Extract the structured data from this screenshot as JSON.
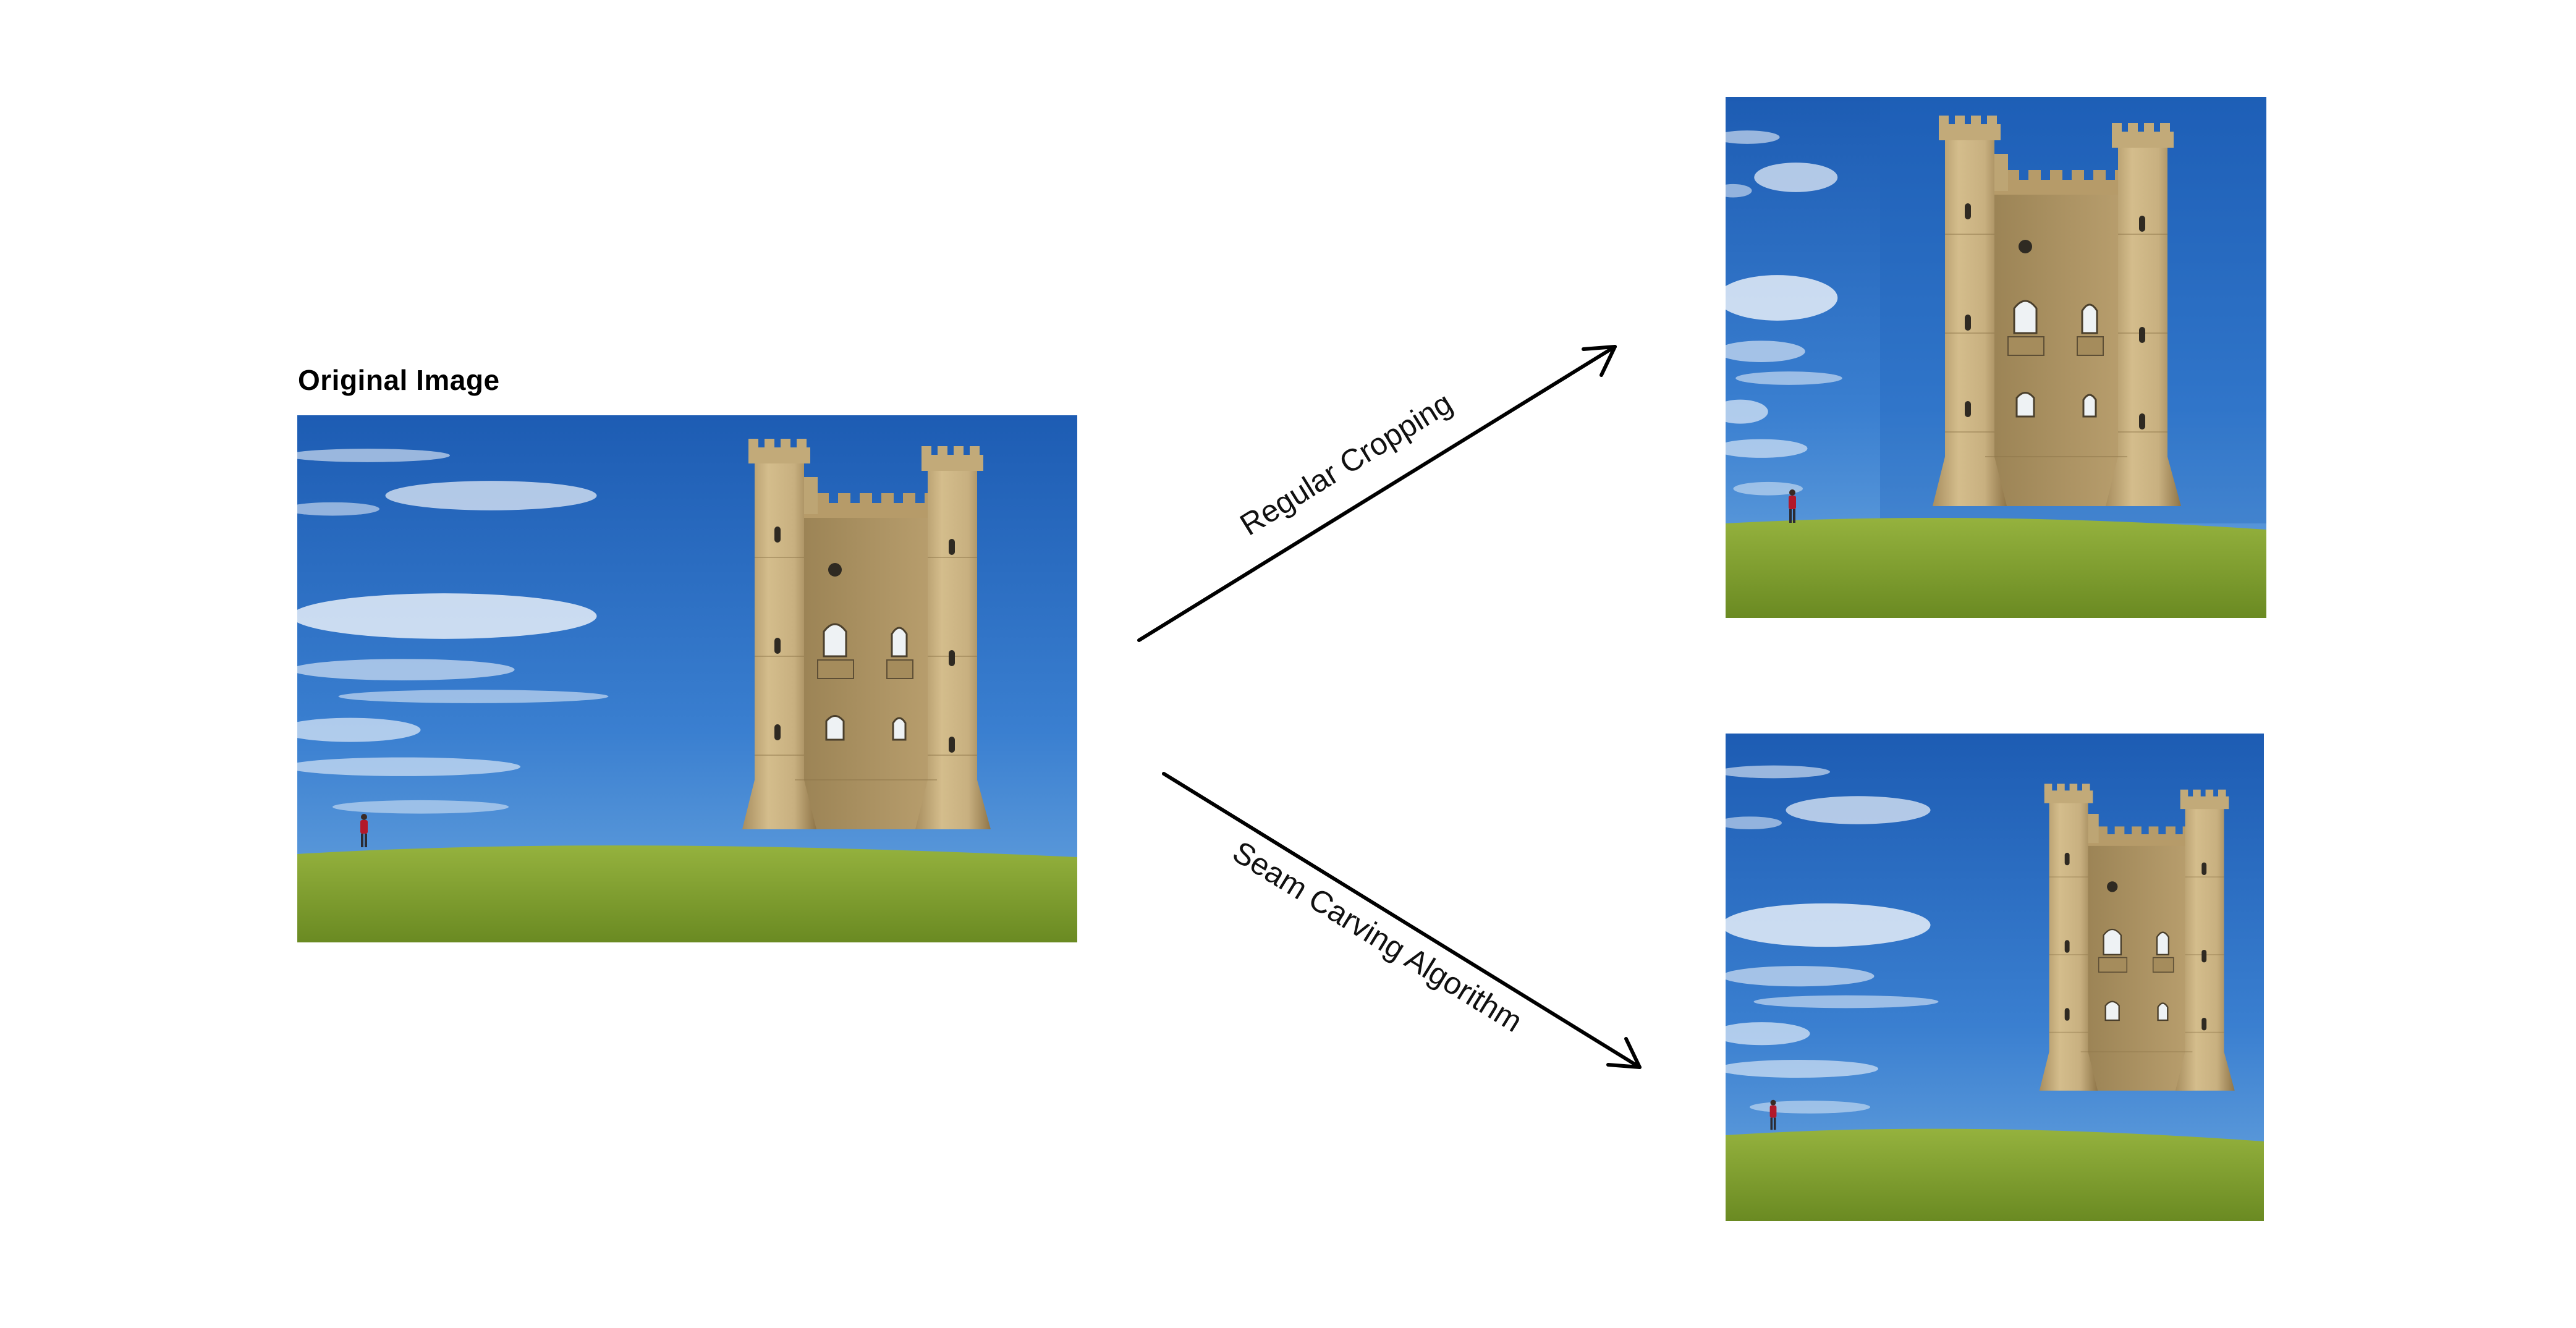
{
  "original": {
    "title": "Original Image"
  },
  "arrows": {
    "top_label": "Regular Cropping",
    "bottom_label": "Seam Carving Algorithm"
  },
  "colors": {
    "sky_top": "#1f5fb4",
    "sky_bottom": "#5d9ddb",
    "grass_top": "#8fab3a",
    "grass_bottom": "#6b8a24",
    "stone": "#c9b283",
    "stone_shadow": "#9e8557",
    "arrow": "#000000"
  }
}
